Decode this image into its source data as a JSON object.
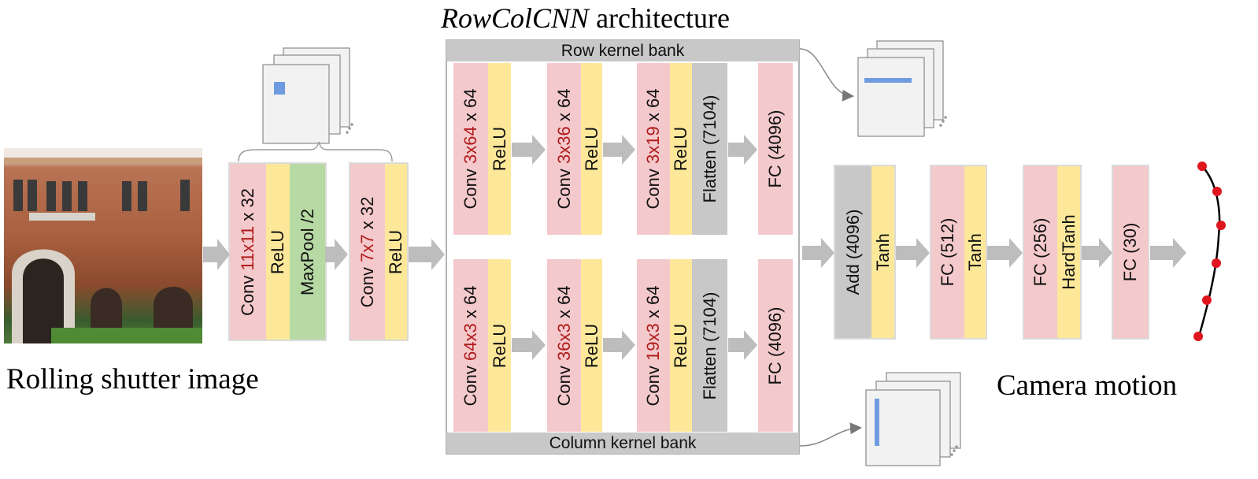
{
  "title": {
    "italic": "RowColCNN",
    "rest": " architecture"
  },
  "captions": {
    "input": "Rolling shutter image",
    "output": "Camera motion"
  },
  "banks": {
    "row": "Row kernel bank",
    "column": "Column kernel bank"
  },
  "front": {
    "conv1": {
      "pre": "Conv ",
      "kernel": "11x11",
      "post": " x 32"
    },
    "relu1": "ReLU",
    "pool1": "MaxPool /2",
    "conv2": {
      "pre": "Conv ",
      "kernel": "7x7",
      "post": " x 32"
    },
    "relu2": "ReLU"
  },
  "row_branch": {
    "conv1": {
      "pre": "Conv ",
      "kernel": "3x64",
      "post": " x 64"
    },
    "relu1": "ReLU",
    "conv2": {
      "pre": "Conv ",
      "kernel": "3x36",
      "post": " x 64"
    },
    "relu2": "ReLU",
    "conv3": {
      "pre": "Conv ",
      "kernel": "3x19",
      "post": " x 64"
    },
    "relu3": "ReLU",
    "flatten": "Flatten (7104)",
    "fc": "FC (4096)"
  },
  "col_branch": {
    "conv1": {
      "pre": "Conv ",
      "kernel": "64x3",
      "post": " x 64"
    },
    "relu1": "ReLU",
    "conv2": {
      "pre": "Conv ",
      "kernel": "36x3",
      "post": " x 64"
    },
    "relu2": "ReLU",
    "conv3": {
      "pre": "Conv ",
      "kernel": "19x3",
      "post": " x 64"
    },
    "relu3": "ReLU",
    "flatten": "Flatten (7104)",
    "fc": "FC (4096)"
  },
  "head": {
    "add": "Add (4096)",
    "tanh1": "Tanh",
    "fc1": "FC (512)",
    "tanh2": "Tanh",
    "fc2": "FC (256)",
    "hardtanh": "HardTanh",
    "fc3": "FC (30)"
  },
  "colors": {
    "conv": "#f4c9cc",
    "activation": "#fde89a",
    "pool": "#b7d9a4",
    "flatten": "#c8c8c8",
    "kernel_highlight": "#b01b1b",
    "kernel_glyph": "#6f9be0",
    "arrow": "#bdbdbd",
    "motion_point": "#e0161e"
  }
}
